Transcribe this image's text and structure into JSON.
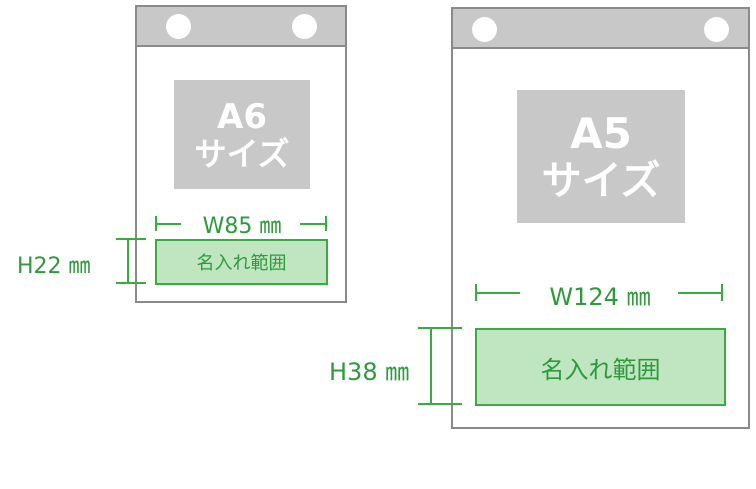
{
  "a6": {
    "size_line1": "A6",
    "size_line2": "サイズ",
    "width_label": "W85 ㎜",
    "height_label": "H22 ㎜",
    "area_label": "名入れ範囲"
  },
  "a5": {
    "size_line1": "A5",
    "size_line2": "サイズ",
    "width_label": "W124 ㎜",
    "height_label": "H38 ㎜",
    "area_label": "名入れ範囲"
  },
  "colors": {
    "accent_green": "#3aab43",
    "area_fill": "#bfe6c1",
    "pad_header": "#c8c8c8",
    "pad_border": "#8a8a8a"
  }
}
